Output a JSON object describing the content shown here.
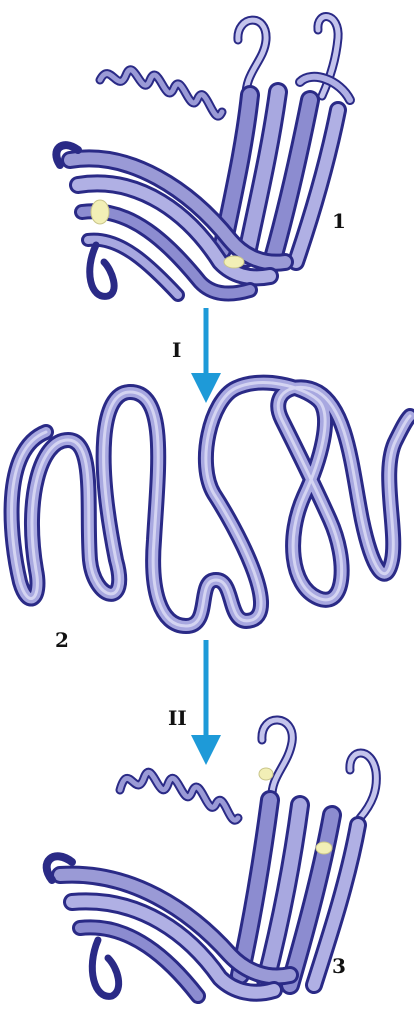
{
  "labels": {
    "native_folded": "1",
    "unfolded": "2",
    "refolded": "3",
    "step_denaturation": "I",
    "step_renaturation": "II"
  },
  "colors": {
    "ribbon_edge": "#2a2a86",
    "ribbon_fill": "#8c8cd0",
    "ribbon_highlight": "#c4c4ec",
    "arrow": "#1e9ad8",
    "cofactor": "#f2efb6",
    "text": "#111111"
  }
}
